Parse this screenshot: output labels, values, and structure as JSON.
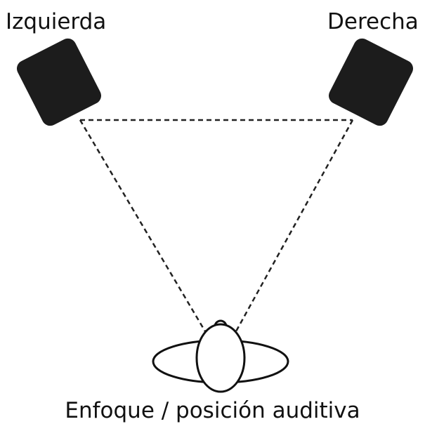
{
  "labels": {
    "left": "Izquierda",
    "right": "Derecha",
    "listener": "Enfoque / posición auditiva"
  },
  "colors": {
    "speaker_fill": "#1c1c1c",
    "line": "#222222",
    "text": "#111111"
  },
  "icons": {
    "left_speaker": "speaker-icon",
    "right_speaker": "speaker-icon",
    "listener": "listener-head-icon"
  }
}
